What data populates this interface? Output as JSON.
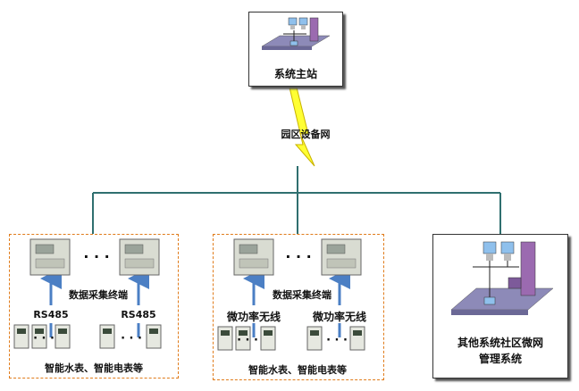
{
  "main_station": {
    "label": "系统主站"
  },
  "network": {
    "label": "园区设备网"
  },
  "group_left": {
    "terminal_label": "数据采集终端",
    "link_label_1": "RS485",
    "link_label_2": "RS485",
    "meters_label": "智能水表、智能电表等"
  },
  "group_middle": {
    "terminal_label": "数据采集终端",
    "link_label_1": "微功率无线",
    "link_label_2": "微功率无线",
    "meters_label": "智能水表、智能电表等"
  },
  "other_system": {
    "label_line1": "其他系统社区微网",
    "label_line2": "管理系统"
  },
  "ellipsis": "· · ·",
  "colors": {
    "connector": "#2f6f6f",
    "dashed_border": "#e07b1a",
    "lightning": "#ffff33",
    "arrow": "#4b7fc4"
  }
}
